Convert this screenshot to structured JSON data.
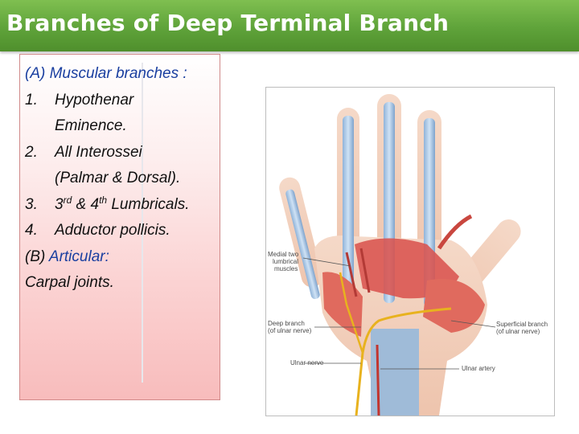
{
  "title": "Branches of Deep Terminal Branch",
  "section_a": "(A) Muscular branches :",
  "items": [
    {
      "num": "1.",
      "line1": "Hypothenar",
      "line2": "Eminence."
    },
    {
      "num": "2.",
      "line1": "All Interossei",
      "line2": "(Palmar & Dorsal)."
    },
    {
      "num": "3.",
      "pre": "3",
      "sup1": "rd",
      "mid": " & 4",
      "sup2": "th",
      "post": " Lumbricals."
    },
    {
      "num": "4.",
      "line1": "Adductor pollicis."
    }
  ],
  "section_b_prefix": "(B) ",
  "section_b_label": "Articular:",
  "section_b_text": "Carpal joints.",
  "figure_labels": {
    "medial_1": "Medial two",
    "medial_2": "lumbrical",
    "medial_3": "muscles",
    "deep_1": "Deep branch",
    "deep_2": "(of ulnar nerve)",
    "superficial_1": "Superficial branch",
    "superficial_2": "(of ulnar nerve)",
    "ulnar_nerve": "Ulnar nerve",
    "ulnar_artery": "Ulnar artery"
  },
  "colors": {
    "title_bar": "#5fa33a",
    "section_label": "#1a3fa0",
    "muscle": "#d9534f",
    "nerve": "#e8b21e"
  }
}
